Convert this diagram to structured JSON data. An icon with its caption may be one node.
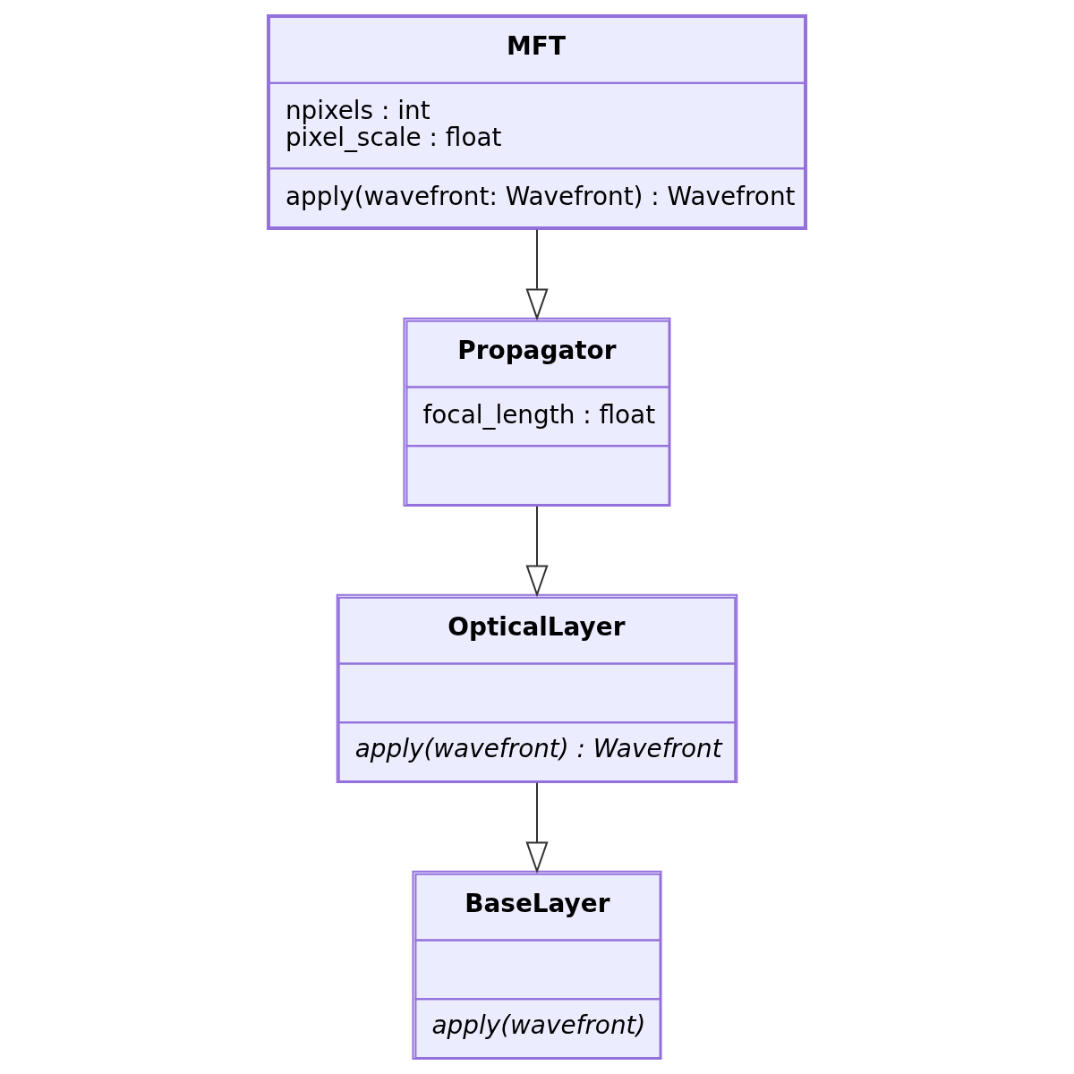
{
  "diagram": {
    "nodes": [
      {
        "text": [
          "MFT",
          "npixels : int",
          "pixel_scale : float",
          "apply(wavefront: Wavefront) : Wavefront"
        ]
      },
      {
        "text": [
          "Propagator",
          "focal_length : float"
        ]
      },
      {
        "text": [
          "OpticalLayer",
          "apply(wavefront) : Wavefront"
        ]
      },
      {
        "text": [
          "BaseLayer",
          "apply(wavefront)"
        ]
      }
    ],
    "edges": [
      {
        "from": 0,
        "to": 1,
        "arrow": "to"
      },
      {
        "from": 1,
        "to": 2,
        "arrow": "to"
      },
      {
        "from": 2,
        "to": 3,
        "arrow": "to"
      }
    ]
  }
}
